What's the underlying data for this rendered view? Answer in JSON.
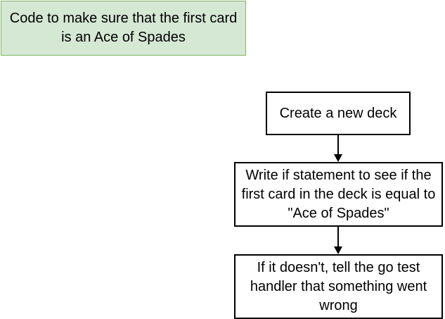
{
  "note": {
    "text": "Code to make sure that the first card is an Ace of Spades"
  },
  "flow": {
    "steps": [
      {
        "text": "Create a new deck"
      },
      {
        "text": "Write if statement to see if the first card in the deck is equal to \"Ace of Spades\""
      },
      {
        "text": "If it doesn't, tell the go test handler that something went wrong"
      }
    ]
  },
  "colors": {
    "note_fill": "#d5e8d4",
    "note_border": "#82b366",
    "box_border": "#000000",
    "arrow": "#000000"
  }
}
